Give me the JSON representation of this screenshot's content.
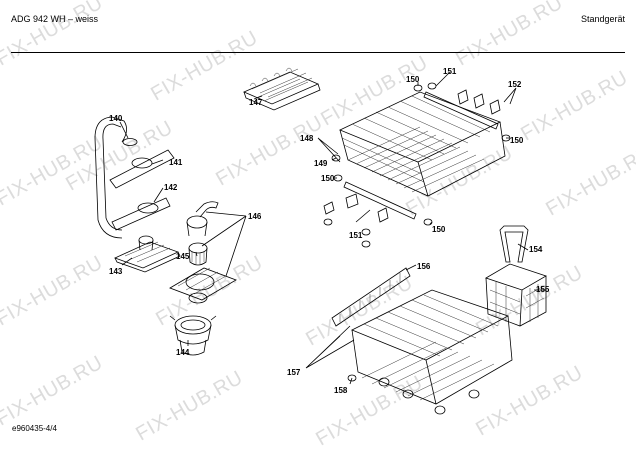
{
  "header": {
    "title": "ADG 942 WH – weiss",
    "variant": "Standgerät"
  },
  "footer": {
    "code": "e960435-4/4"
  },
  "watermark": {
    "text": "FIX-HUB.RU",
    "color": "#dcdcdc"
  },
  "callouts": [
    "140",
    "141",
    "142",
    "143",
    "144",
    "145",
    "146",
    "147",
    "148",
    "149",
    "150",
    "150",
    "150",
    "150",
    "151",
    "151",
    "152",
    "154",
    "155",
    "156",
    "157",
    "158"
  ]
}
